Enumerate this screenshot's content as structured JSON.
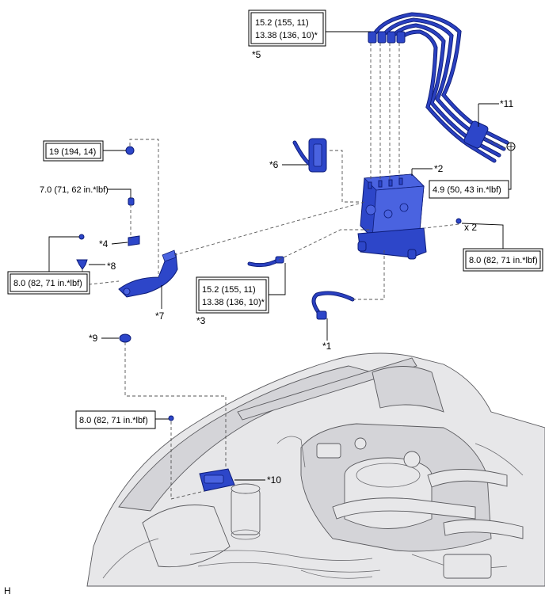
{
  "torque_specs": {
    "top_lines": [
      "15.2 (155, 11)",
      "13.38 (136, 10)*"
    ],
    "nut_top_left": "19 (194, 14)",
    "bolt_left": "7.0 (71, 62 in.*lbf)",
    "bolt_right_tube": "4.9 (50, 43 in.*lbf)",
    "left_bracket_bolt": "8.0 (82, 71 in.*lbf)",
    "mid_lines": [
      "15.2 (155, 11)",
      "13.38 (136, 10)*"
    ],
    "right_bolts": "8.0 (82, 71 in.*lbf)",
    "lower_bolt": "8.0 (82, 71 in.*lbf)"
  },
  "callouts": {
    "c1": "*1",
    "c2": "*2",
    "c3": "*3",
    "c4": "*4",
    "c5": "*5",
    "c6": "*6",
    "c7": "*7",
    "c8": "*8",
    "c9": "*9",
    "c10": "*10",
    "c11": "*11"
  },
  "quantity_note": "x 2",
  "corner_mark": "H",
  "colors": {
    "part_blue": "#2d46c9",
    "engine_gray": "#e7e7e9"
  }
}
